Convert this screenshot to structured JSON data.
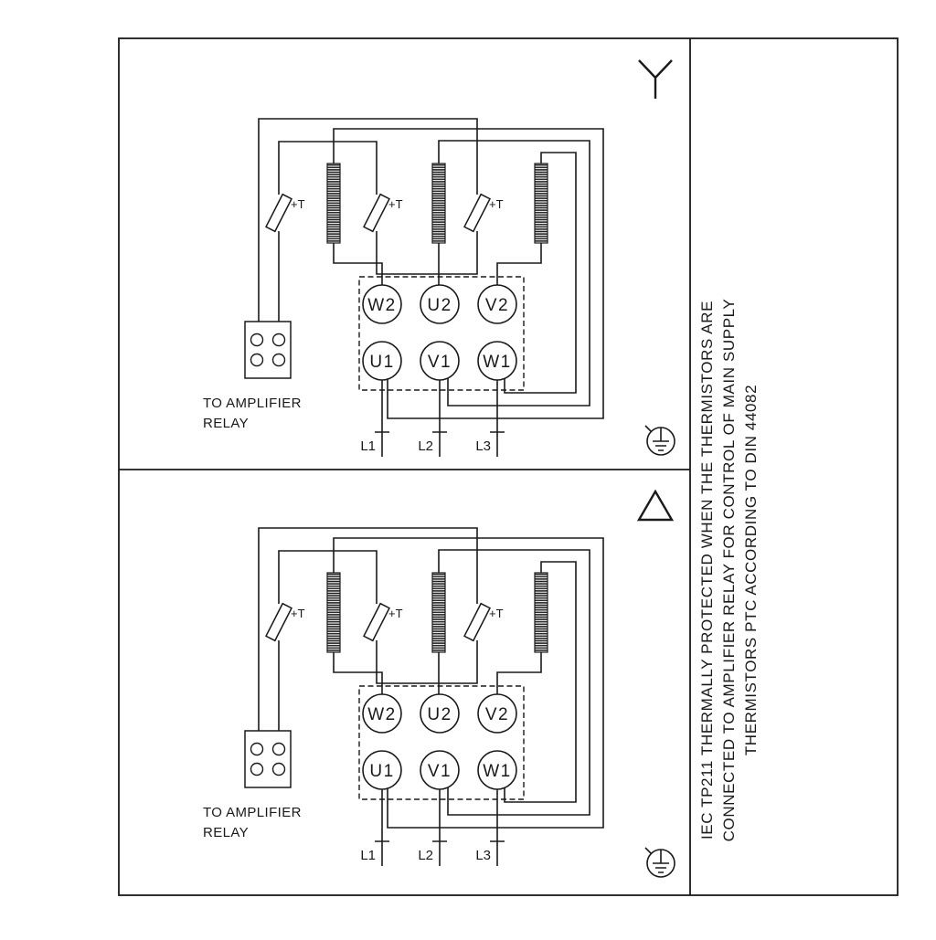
{
  "note": {
    "lines": [
      "IEC TP211 THERMALLY PROTECTED WHEN THE THERMISTORS ARE",
      "CONNECTED TO AMPLIFIER RELAY FOR CONTROL OF MAIN SUPPLY",
      "THERMISTORS PTC ACCORDING TO DIN 44082"
    ]
  },
  "panels": [
    {
      "name": "star",
      "connection_symbol": "star",
      "thermistor_label": "+T",
      "relay_caption": [
        "TO AMPLIFIER",
        "RELAY"
      ],
      "terminals": {
        "top": [
          "W2",
          "U2",
          "V2"
        ],
        "bottom": [
          "U1",
          "V1",
          "W1"
        ]
      },
      "supply": [
        "L1",
        "L2",
        "L3"
      ]
    },
    {
      "name": "delta",
      "connection_symbol": "delta",
      "thermistor_label": "+T",
      "relay_caption": [
        "TO AMPLIFIER",
        "RELAY"
      ],
      "terminals": {
        "top": [
          "W2",
          "U2",
          "V2"
        ],
        "bottom": [
          "U1",
          "V1",
          "W1"
        ]
      },
      "supply": [
        "L1",
        "L2",
        "L3"
      ]
    }
  ],
  "colors": {
    "line": "#1a1a1a",
    "background": "#ffffff"
  }
}
